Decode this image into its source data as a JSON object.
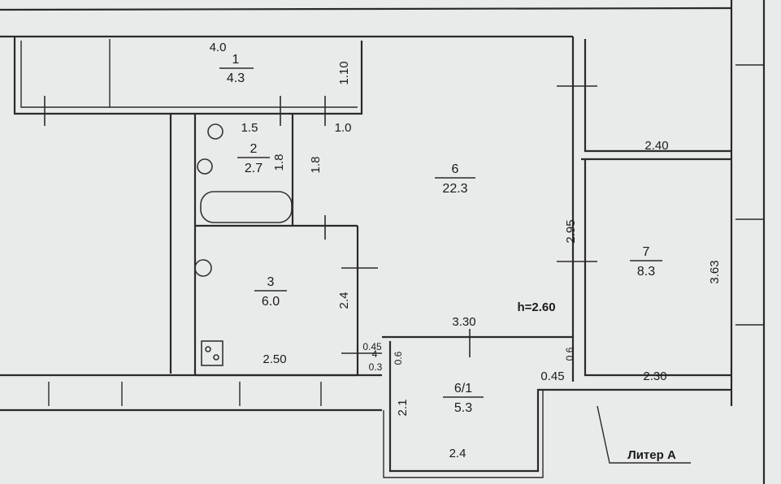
{
  "rooms": [
    {
      "number": "1",
      "area": "4.3"
    },
    {
      "number": "2",
      "area": "2.7"
    },
    {
      "number": "3",
      "area": "6.0"
    },
    {
      "number": "6",
      "area": "22.3"
    },
    {
      "number": "6/1",
      "area": "5.3"
    },
    {
      "number": "7",
      "area": "8.3"
    }
  ],
  "dimensions": {
    "room1_length": "4.0",
    "room1_width": "1.10",
    "bath_length": "1.5",
    "bath_width": "1.8",
    "room6_width": "1.8",
    "corridor_width": "1.0",
    "room3_width": "2.4",
    "room3_length": "2.50",
    "room6_length": "3.30",
    "room6_depth": "2.95",
    "room7_top": "2.40",
    "room7_depth": "3.63",
    "room7_bottom": "2.30",
    "loggia_depth": "2.1",
    "loggia_length": "2.4",
    "step_a": "0.45",
    "step_b": "0.6",
    "step_c": "0.3",
    "step_d": "0.45",
    "step_e": "0.6",
    "step_4": "4"
  },
  "ceiling_height": "h=2.60",
  "building_letter": "Литер А"
}
